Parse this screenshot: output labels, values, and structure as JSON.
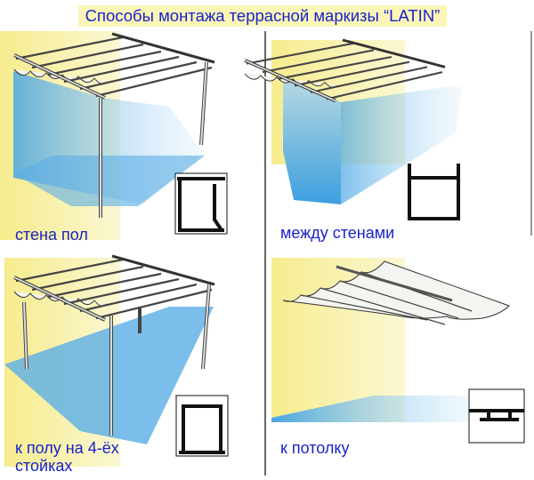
{
  "title": "Способы монтажа террасной маркизы “LATIN”",
  "panels": [
    {
      "label": "стена пол"
    },
    {
      "label": "между стенами"
    },
    {
      "label_line1": "к полу на 4-ёх",
      "label_line2": "стойках"
    },
    {
      "label": "к потолку"
    }
  ],
  "colors": {
    "text": "#1a22c8",
    "wall": "#f7ee9a",
    "floor": "#5aaee6",
    "frame": "#3a3a3a"
  }
}
